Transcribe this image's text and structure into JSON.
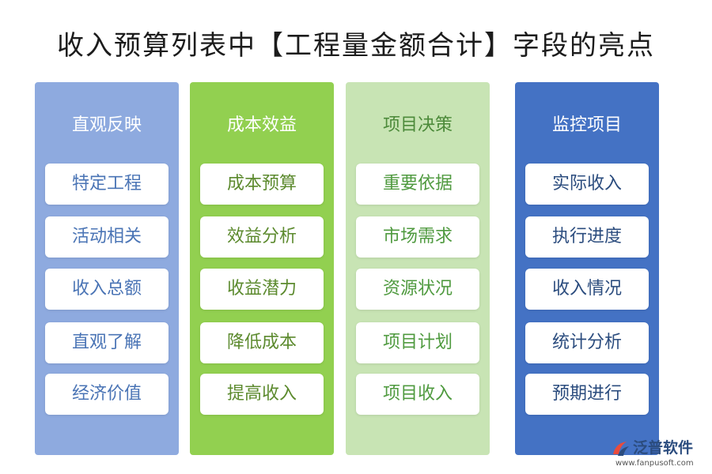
{
  "title": "收入预算列表中【工程量金额合计】字段的亮点",
  "columns": [
    {
      "header": "直观反映",
      "color": "#8eaadf",
      "items": [
        "特定工程",
        "活动相关",
        "收入总额",
        "直观了解",
        "经济价值"
      ]
    },
    {
      "header": "成本效益",
      "color": "#92d050",
      "items": [
        "成本预算",
        "效益分析",
        "收益潜力",
        "降低成本",
        "提高收入"
      ]
    },
    {
      "header": "项目决策",
      "color": "#c8e4b4",
      "items": [
        "重要依据",
        "市场需求",
        "资源状况",
        "项目计划",
        "项目收入"
      ]
    },
    {
      "header": "监控项目",
      "color": "#4472c4",
      "items": [
        "实际收入",
        "执行进度",
        "收入情况",
        "统计分析",
        "预期进行"
      ]
    }
  ],
  "logo": {
    "name": "泛普软件",
    "url": "www.fanpusoft.com",
    "icon": "fanpu-logo-icon"
  }
}
